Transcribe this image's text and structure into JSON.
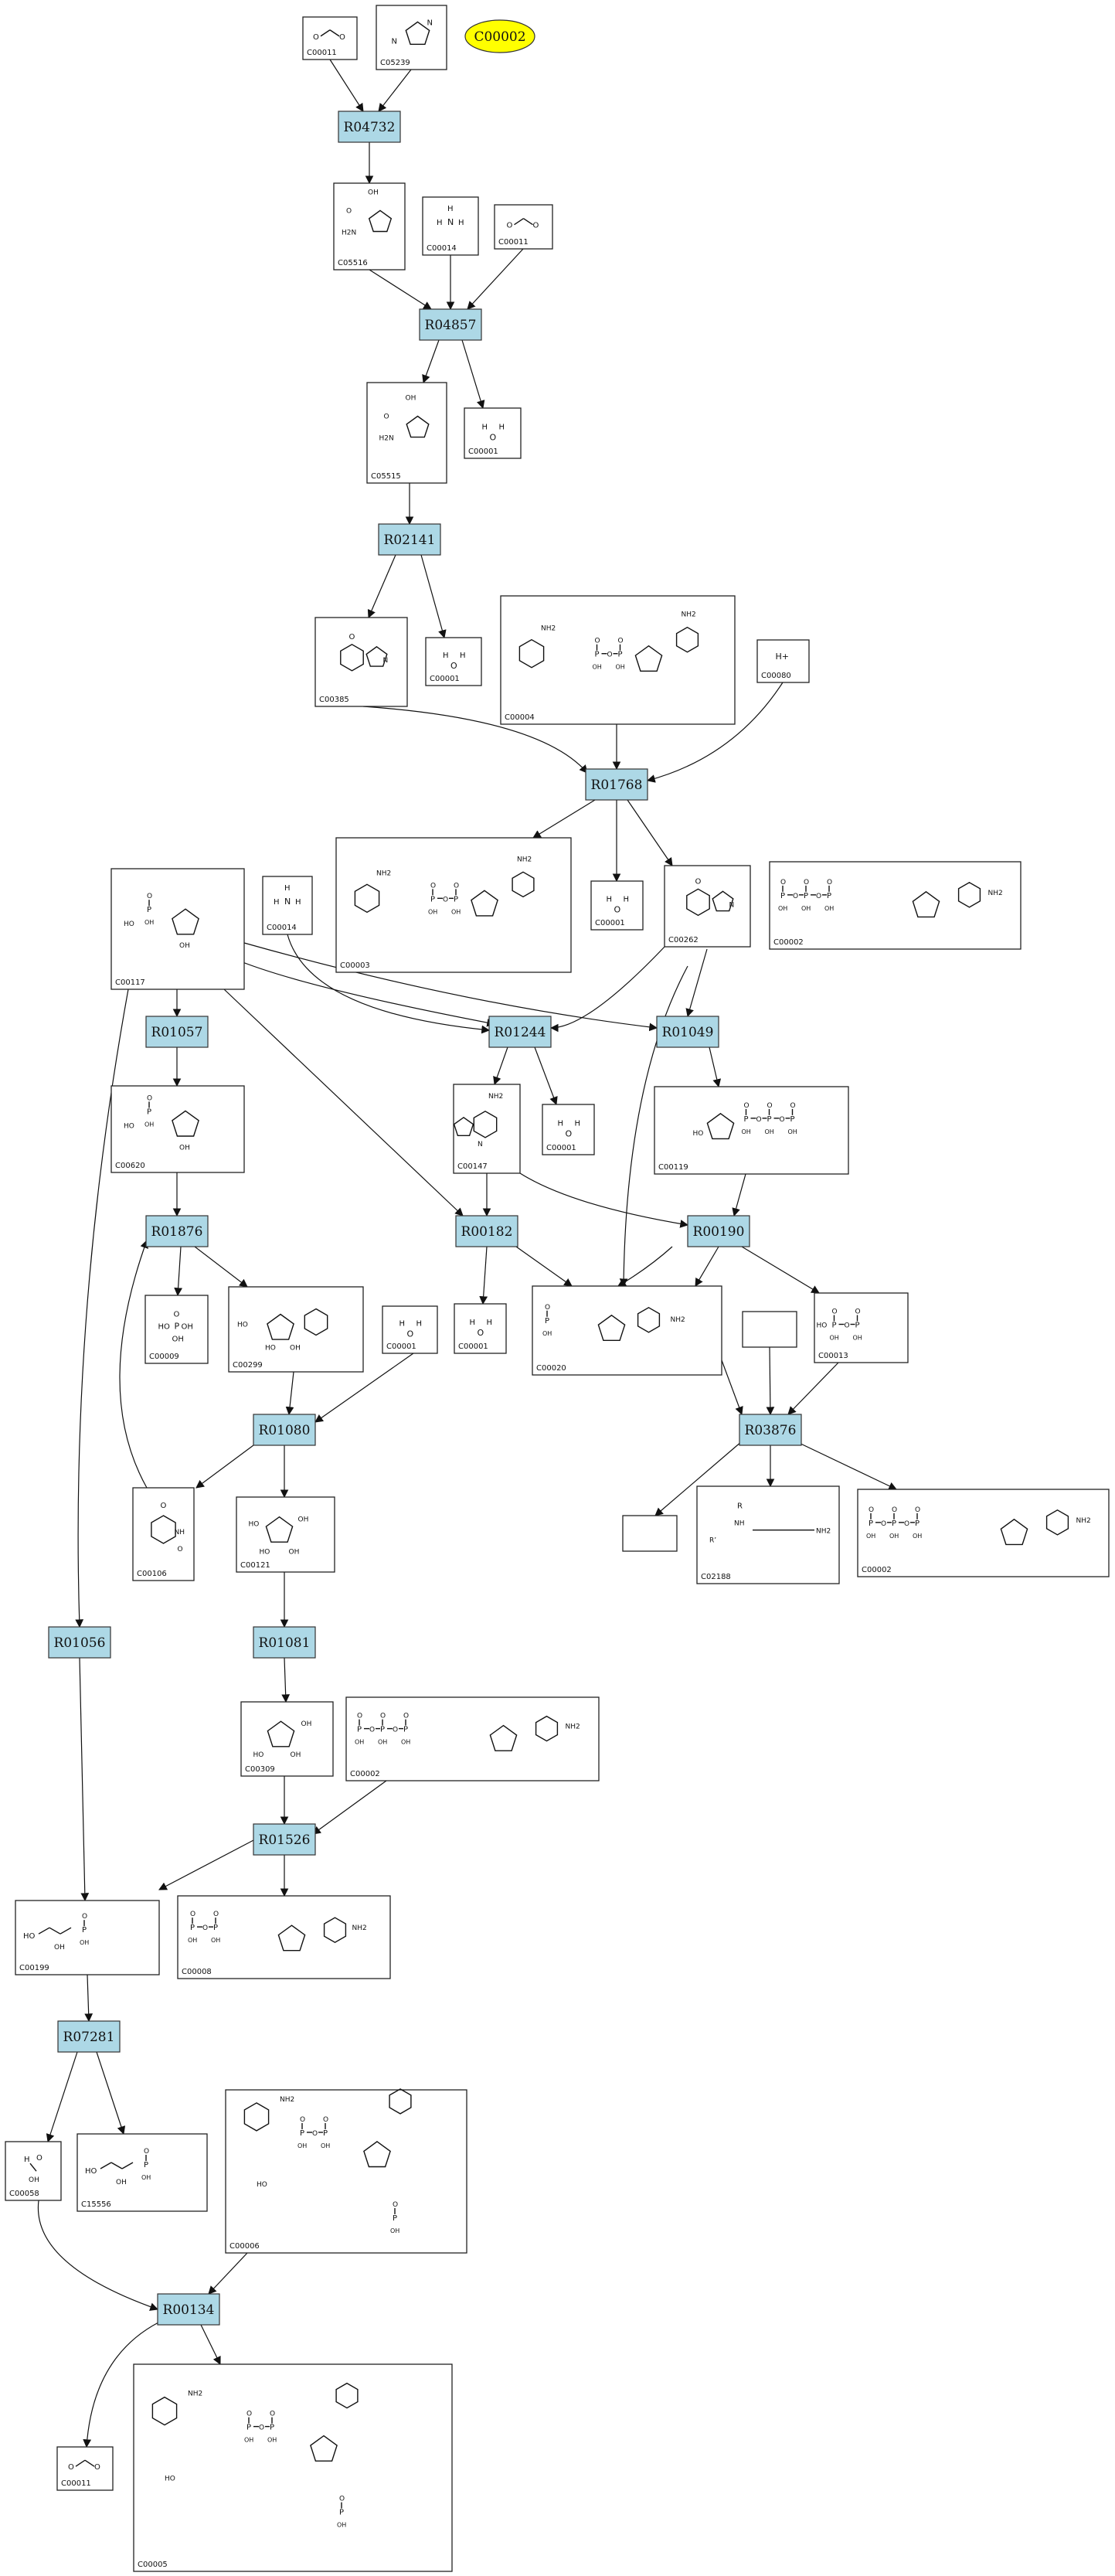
{
  "highlight": {
    "label": "C00002",
    "color": "#ffff00"
  },
  "colors": {
    "reaction_fill": "#add8e6",
    "compound_fill": "#ffffff",
    "edge": "#111111"
  },
  "reactions": [
    {
      "id": "R04732"
    },
    {
      "id": "R04857"
    },
    {
      "id": "R02141"
    },
    {
      "id": "R01768"
    },
    {
      "id": "R01057"
    },
    {
      "id": "R01244"
    },
    {
      "id": "R01049"
    },
    {
      "id": "R01876"
    },
    {
      "id": "R00182"
    },
    {
      "id": "R00190"
    },
    {
      "id": "R01080"
    },
    {
      "id": "R03876"
    },
    {
      "id": "R01056"
    },
    {
      "id": "R01081"
    },
    {
      "id": "R01526"
    },
    {
      "id": "R07281"
    },
    {
      "id": "R00134"
    }
  ],
  "compounds": [
    {
      "id": "C00011",
      "kind": "co2"
    },
    {
      "id": "C05239",
      "kind": "imidazole"
    },
    {
      "id": "C05516",
      "kind": "acid-imidazole"
    },
    {
      "id": "C00014",
      "kind": "nh3"
    },
    {
      "id": "C00011",
      "kind": "co2"
    },
    {
      "id": "C05515",
      "kind": "acid-imidazole"
    },
    {
      "id": "C00001",
      "kind": "water"
    },
    {
      "id": "C00001",
      "kind": "water"
    },
    {
      "id": "C00385",
      "kind": "purine"
    },
    {
      "id": "C00004",
      "kind": "nad"
    },
    {
      "id": "C00080",
      "kind": "proton"
    },
    {
      "id": "C00003",
      "kind": "nad"
    },
    {
      "id": "C00001",
      "kind": "water"
    },
    {
      "id": "C00262",
      "kind": "purine"
    },
    {
      "id": "C00002",
      "kind": "atp"
    },
    {
      "id": "C00117",
      "kind": "sugar-p"
    },
    {
      "id": "C00014",
      "kind": "nh3"
    },
    {
      "id": "C00147",
      "kind": "adenine"
    },
    {
      "id": "C00001",
      "kind": "water"
    },
    {
      "id": "C00119",
      "kind": "sugar-pp"
    },
    {
      "id": "C00620",
      "kind": "sugar-p"
    },
    {
      "id": "C00009",
      "kind": "phosphate"
    },
    {
      "id": "C00299",
      "kind": "nucleoside"
    },
    {
      "id": "C00001",
      "kind": "water"
    },
    {
      "id": "C00001",
      "kind": "water"
    },
    {
      "id": "C00020",
      "kind": "amp"
    },
    {
      "id": "",
      "kind": "empty"
    },
    {
      "id": "C00013",
      "kind": "ppi"
    },
    {
      "id": "C00106",
      "kind": "uracil"
    },
    {
      "id": "C00121",
      "kind": "ribose"
    },
    {
      "id": "",
      "kind": "empty"
    },
    {
      "id": "C02188",
      "kind": "protein"
    },
    {
      "id": "C00002",
      "kind": "atp"
    },
    {
      "id": "C00309",
      "kind": "ribulose"
    },
    {
      "id": "C00002",
      "kind": "atp"
    },
    {
      "id": "C00199",
      "kind": "chain-p"
    },
    {
      "id": "C00008",
      "kind": "adp"
    },
    {
      "id": "C00058",
      "kind": "formate"
    },
    {
      "id": "C15556",
      "kind": "chain-p"
    },
    {
      "id": "C00006",
      "kind": "nadp"
    },
    {
      "id": "C00011",
      "kind": "co2"
    },
    {
      "id": "C00005",
      "kind": "nadp"
    }
  ]
}
